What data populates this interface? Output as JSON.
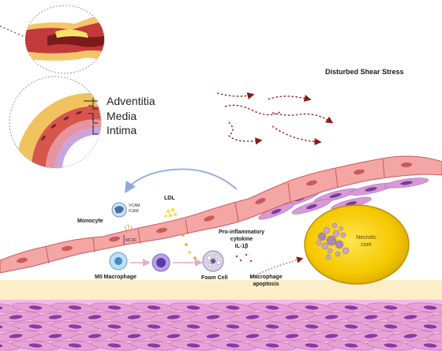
{
  "title": "Disturbed Shear Stress",
  "vessel_layers": [
    "Adventitia",
    "Media",
    "Intima"
  ],
  "cells": {
    "monocyte": "Monocyte",
    "m0_macrophage": "M0 Macrophage",
    "foam_cell": "Foam Cell",
    "ldl": "LDL",
    "necrotic_core": "Necrotic\ncore",
    "macrophage_apoptosis": "Macrophage\napoptosis",
    "cytokine": "Pro-inflammatory\ncytokine\nIL-1β",
    "vcam": "VCAM",
    "icam": "ICAM",
    "mcsf": "MCSF"
  },
  "colors": {
    "endothelium": "#f4a6a4",
    "endothelium_stroke": "#c75a5d",
    "intima_band": "#fbeec9",
    "smooth_muscle": "#e9a0d6",
    "smooth_muscle_nucleus": "#8a3aa5",
    "necrotic_core": "#f5c900",
    "arrow_red": "#8b1a1a",
    "return_arrow": "#8fa8de"
  }
}
